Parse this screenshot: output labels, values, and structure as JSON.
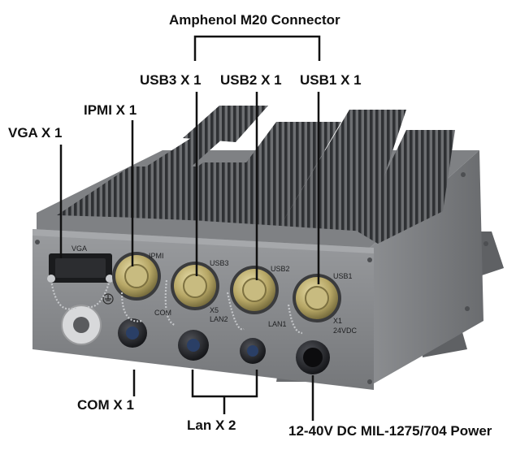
{
  "callouts": {
    "amphenol": "Amphenol M20 Connector",
    "usb3": "USB3 X 1",
    "usb2": "USB2 X 1",
    "usb1": "USB1 X 1",
    "ipmi": "IPMI X 1",
    "vga": "VGA X 1",
    "com": "COM X 1",
    "lan": "Lan X 2",
    "power": "12-40V DC MIL-1275/704 Power"
  },
  "panel_print": {
    "vga": "VGA",
    "ipmi": "IPMI",
    "usb3": "USB3",
    "usb2": "USB2",
    "usb1": "USB1",
    "com": "COM",
    "x5": "X5",
    "lan2": "LAN2",
    "lan1": "LAN1",
    "x1": "X1",
    "vdc": "24VDC"
  },
  "icons": {
    "ground": "ground-symbol-icon"
  },
  "colors": {
    "chassis": "#8a8c8f",
    "chassis_dark": "#5e6063",
    "fin": "#3c3e41",
    "connector_gold": "#b8a86a",
    "callout_line": "#111111"
  }
}
